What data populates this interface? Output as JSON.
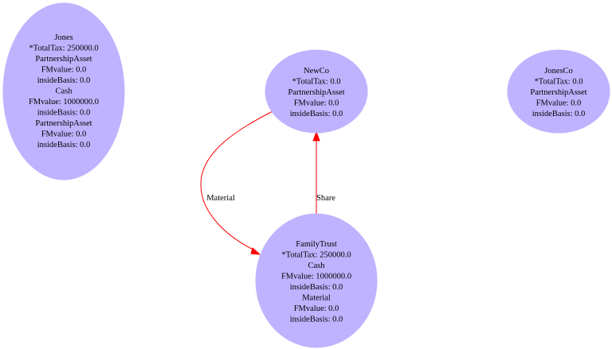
{
  "colors": {
    "node_fill": "#bfb3ff",
    "edge": "#ff0000",
    "text": "#000000",
    "background": "#ffffff"
  },
  "nodes": [
    {
      "id": "jones",
      "lines": [
        "Jones",
        "*TotalTax: 250000.0",
        "PartnershipAsset",
        "FMvalue: 0.0",
        "insideBasis: 0.0",
        "Cash",
        "FMvalue: 1000000.0",
        "insideBasis: 0.0",
        "PartnershipAsset",
        "FMvalue: 0.0",
        "insideBasis: 0.0"
      ]
    },
    {
      "id": "newco",
      "lines": [
        "NewCo",
        "*TotalTax: 0.0",
        "PartnershipAsset",
        "FMvalue: 0.0",
        "insideBasis: 0.0"
      ]
    },
    {
      "id": "jonesco",
      "lines": [
        "JonesCo",
        "*TotalTax: 0.0",
        "PartnershipAsset",
        "FMvalue: 0.0",
        "insideBasis: 0.0"
      ]
    },
    {
      "id": "familytrust",
      "lines": [
        "FamilyTrust",
        "*TotalTax: 250000.0",
        "Cash",
        "FMvalue: 1000000.0",
        "insideBasis: 0.0",
        "Material",
        "FMvalue: 0.0",
        "insideBasis: 0.0"
      ]
    }
  ],
  "edges": [
    {
      "id": "material",
      "from": "newco",
      "to": "familytrust",
      "label": "Material"
    },
    {
      "id": "share",
      "from": "familytrust",
      "to": "newco",
      "label": "Share"
    }
  ]
}
